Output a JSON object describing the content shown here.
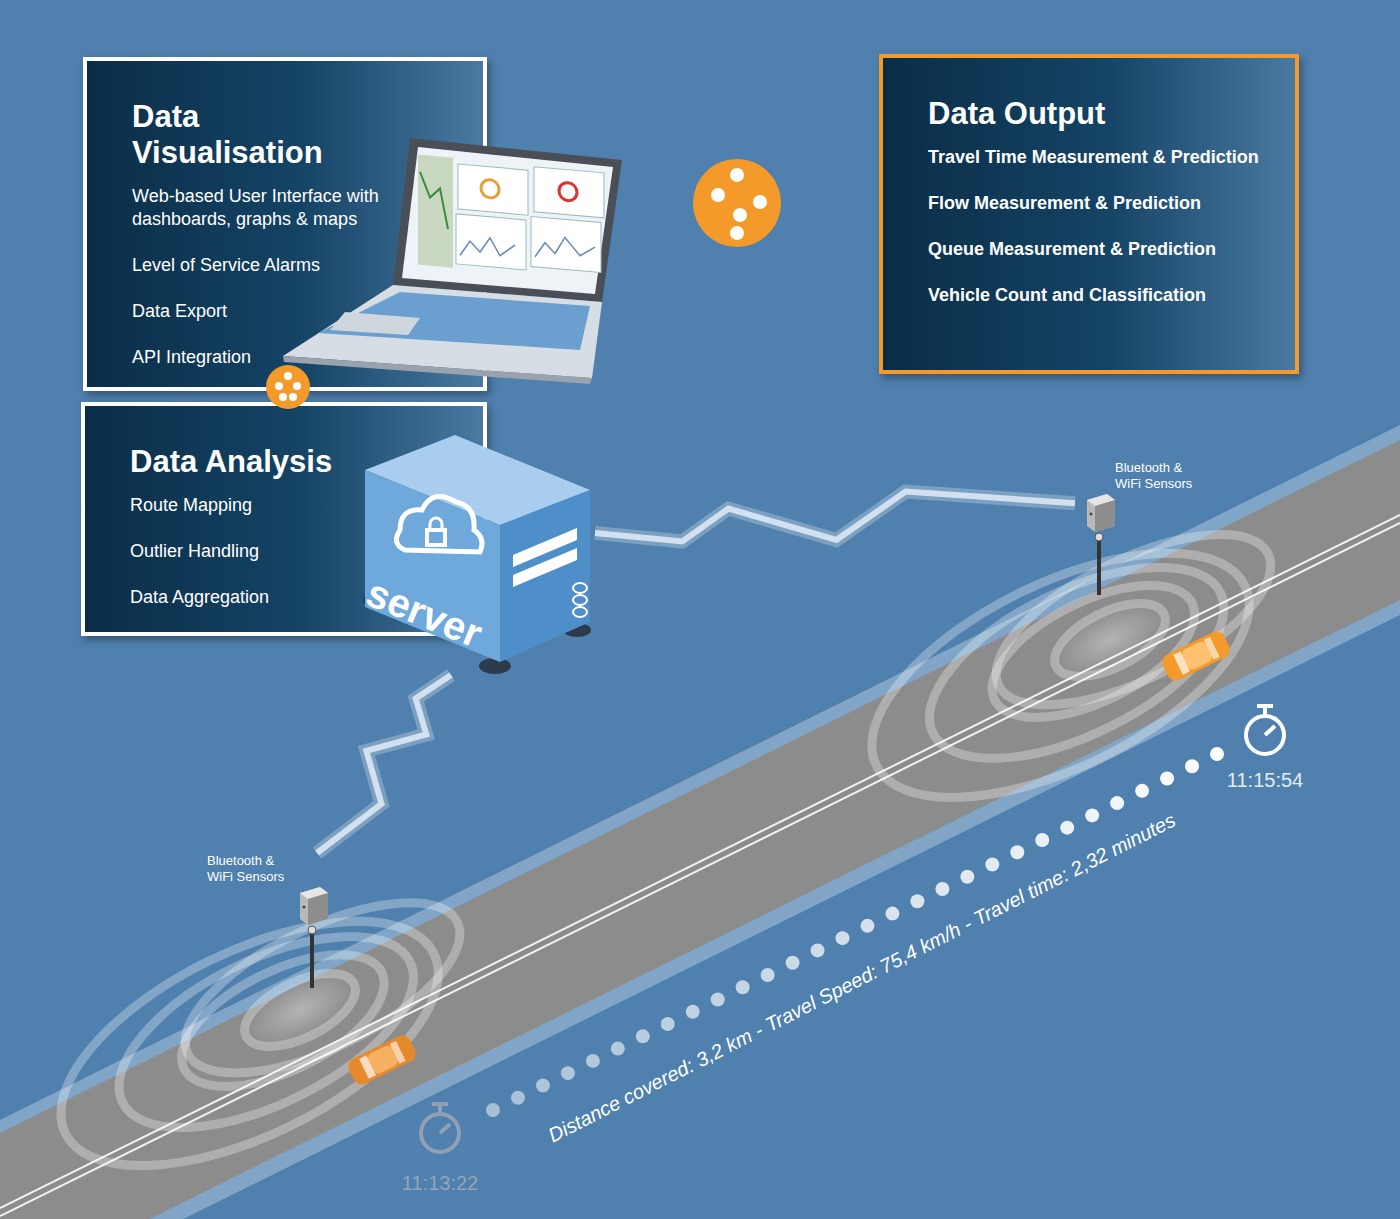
{
  "diagram": {
    "nodes": [
      {
        "text": [
          "Data Visualisation",
          "Web-based User Interface with dashboards, graphs & maps",
          "Level of Service Alarms",
          "Data Export",
          "API Integration"
        ]
      },
      {
        "text": [
          "Data Output",
          "Travel Time Measurement & Prediction",
          "Flow Measurement & Prediction",
          "Queue Measurement & Prediction",
          "Vehicle Count and Classification"
        ]
      },
      {
        "text": [
          "Data Analysis",
          "Route Mapping",
          "Outlier Handling",
          "Data Aggregation"
        ]
      },
      {
        "text": [
          "server"
        ]
      },
      {
        "text": [
          "Bluetooth & WiFi Sensors"
        ]
      },
      {
        "text": [
          "Bluetooth & WiFi Sensors"
        ]
      }
    ],
    "edges": [
      {
        "from": 2,
        "to": 0,
        "arrow": "none"
      },
      {
        "from": 4,
        "to": 3,
        "arrow": "none"
      },
      {
        "from": 5,
        "to": 3,
        "arrow": "none"
      }
    ],
    "labels": [
      "Distance covered: 3,2 km - Travel Speed: 75,4 km/h - Travel time: 2,32 minutes",
      "11:15:54",
      "11:13:22"
    ]
  }
}
